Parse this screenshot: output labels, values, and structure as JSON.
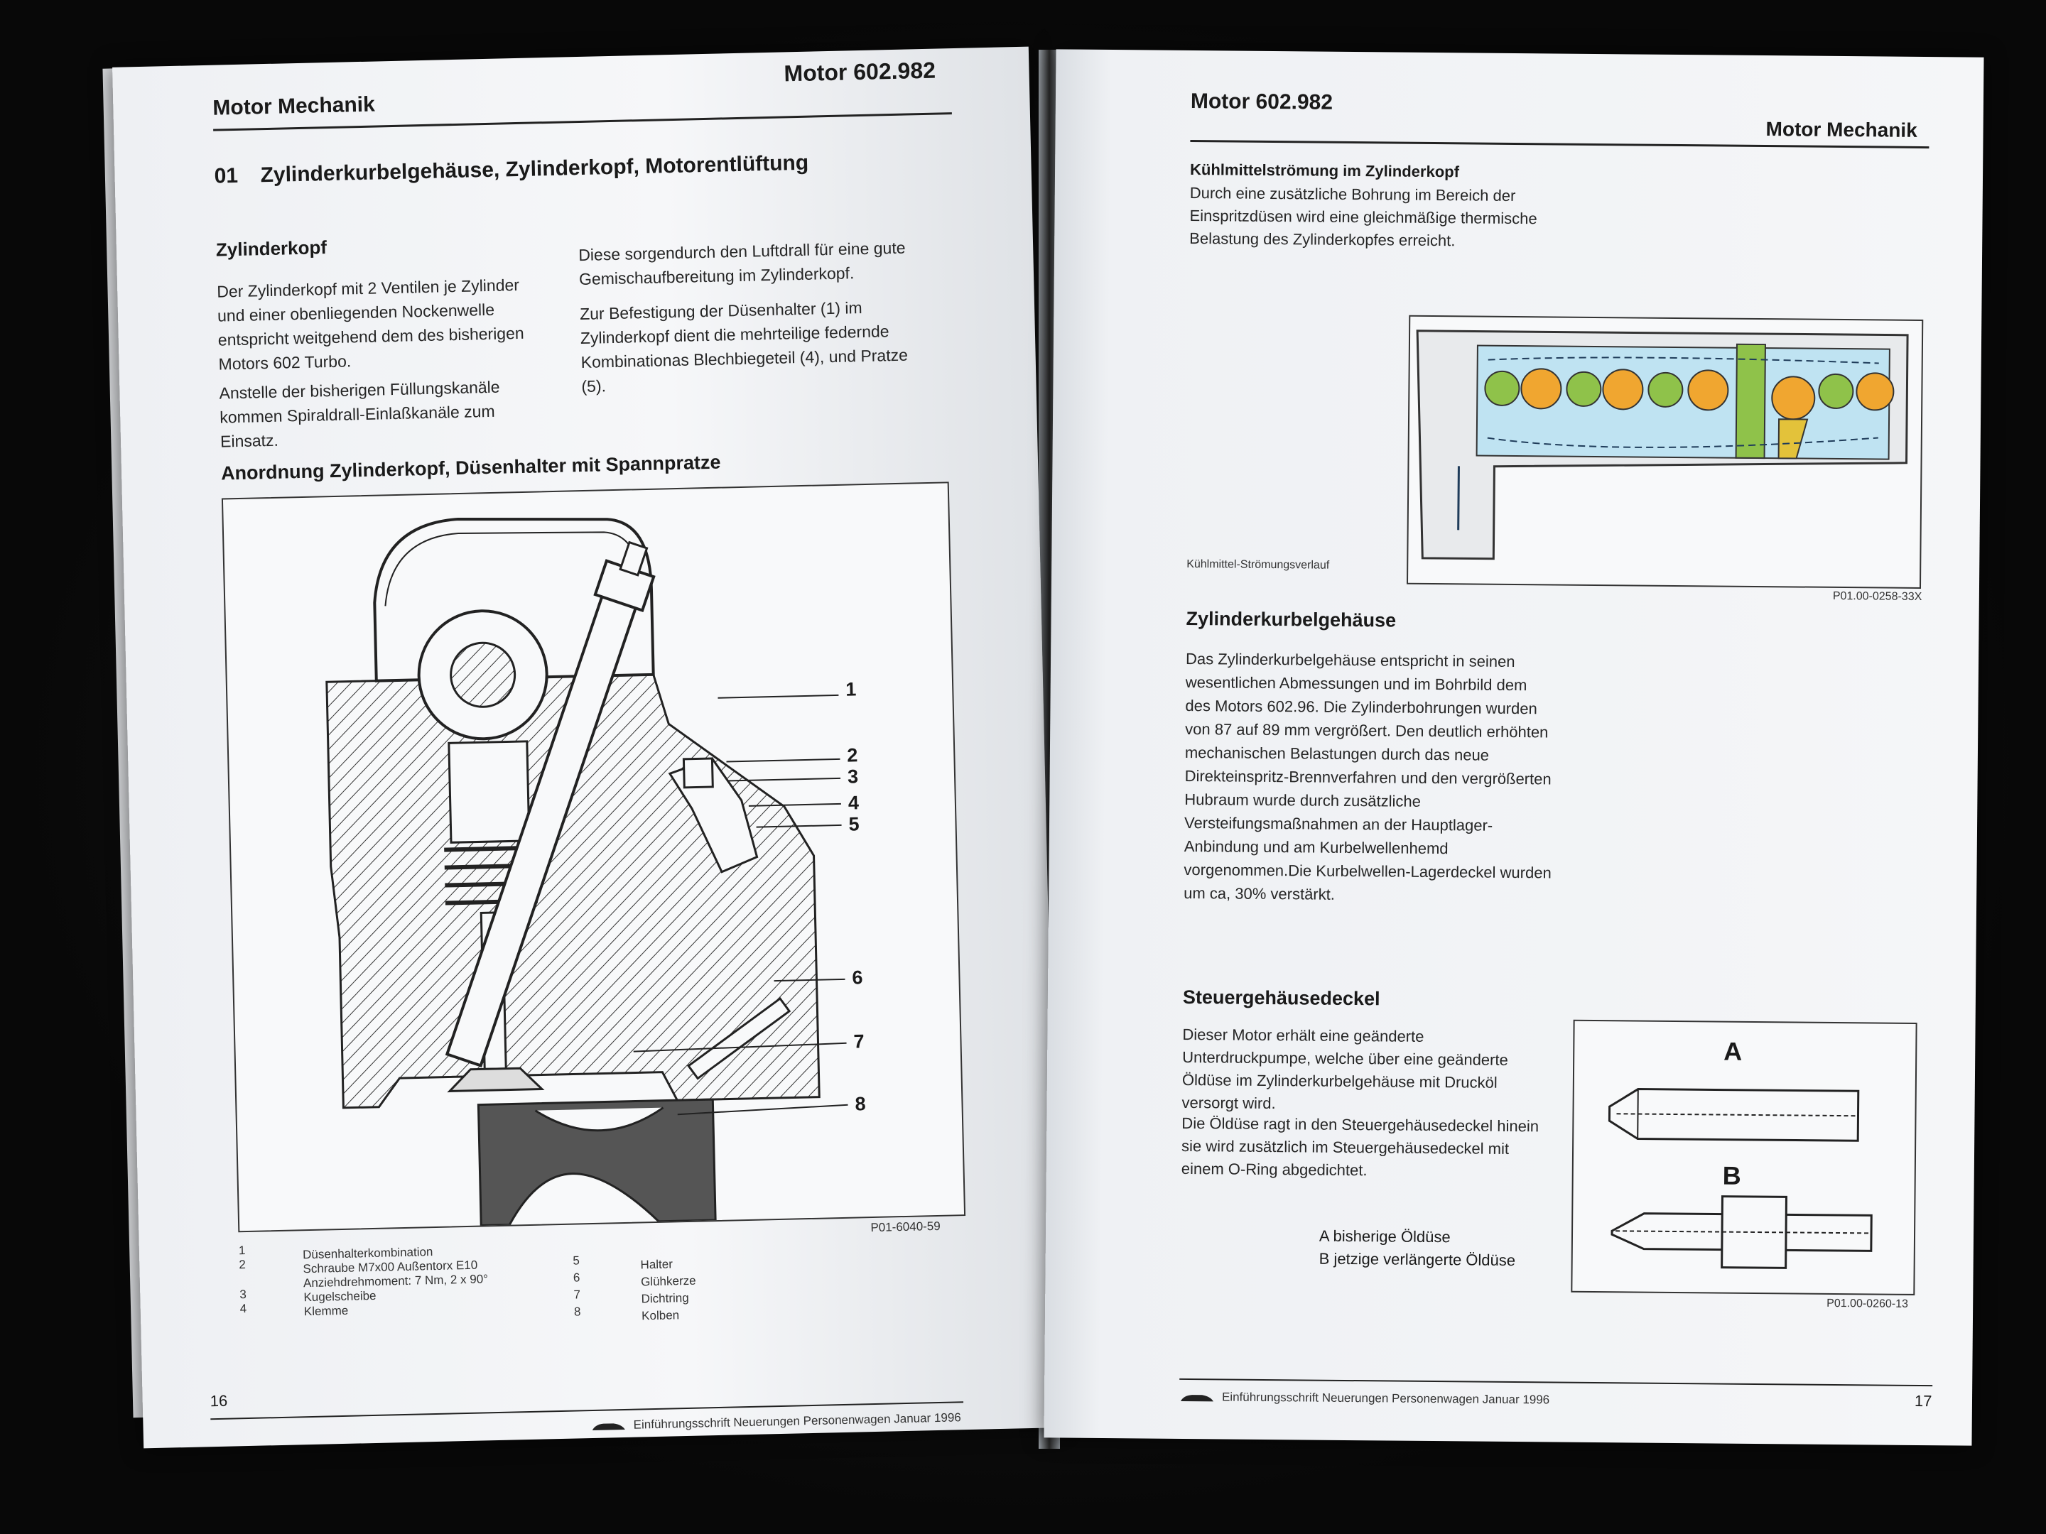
{
  "left_page": {
    "header_title": "Motor Mechanik",
    "header_model": "Motor 602.982",
    "section_number": "01",
    "section_title": "Zylinderkurbelgehäuse, Zylinderkopf, Motorentlüftung",
    "subsection_title": "Zylinderkopf",
    "col1_para1": "Der Zylinderkopf mit 2 Ventilen je Zylinder und einer obenliegenden Nockenwelle entspricht weitgehend dem des bisherigen Motors 602 Turbo.",
    "col1_para2": "Anstelle der bisherigen Füllungskanäle kommen Spiraldrall-Einlaßkanäle zum Einsatz.",
    "col2_para1": "Diese sorgendurch den Luftdrall für eine gute Gemischaufbereitung im Zylinderkopf.",
    "col2_para2": "Zur Befestigung der Düsenhalter (1) im Zylinderkopf dient die mehrteilige federnde Kombinationas Blechbiegeteil (4), und Pratze (5).",
    "figure_title": "Anordnung Zylinderkopf, Düsenhalter mit Spannpratze",
    "figure_code": "P01-6040-59",
    "callouts": [
      "1",
      "2",
      "3",
      "4",
      "5",
      "6",
      "7",
      "8"
    ],
    "legend_left": [
      {
        "num": "1",
        "text": "Düsenhalterkombination"
      },
      {
        "num": "2",
        "text": "Schraube M7x00 Außentorx E10"
      },
      {
        "num": "",
        "text": "Anziehdrehmoment: 7 Nm, 2 x 90°"
      },
      {
        "num": "3",
        "text": "Kugelscheibe"
      },
      {
        "num": "4",
        "text": "Klemme"
      }
    ],
    "legend_right": [
      {
        "num": "5",
        "text": "Halter"
      },
      {
        "num": "6",
        "text": "Glühkerze"
      },
      {
        "num": "7",
        "text": "Dichtring"
      },
      {
        "num": "8",
        "text": "Kolben"
      }
    ],
    "page_number": "16",
    "footer_text": "Einführungsschrift Neuerungen Personenwagen Januar 1996"
  },
  "right_page": {
    "header_model": "Motor 602.982",
    "header_title": "Motor Mechanik",
    "coolant_title": "Kühlmittelströmung im Zylinderkopf",
    "coolant_text": "Durch eine zusätzliche Bohrung im Bereich der Einspritzdüsen wird eine gleichmäßige thermische Belastung des Zylinderkopfes erreicht.",
    "coolant_fig_caption": "Kühlmittel-Strömungsverlauf",
    "coolant_fig_code": "P01.00-0258-33X",
    "crankcase_title": "Zylinderkurbelgehäuse",
    "crankcase_text": "Das Zylinderkurbelgehäuse entspricht in seinen wesentlichen Abmessungen und im Bohrbild dem des Motors 602.96. Die Zylinderbohrungen wurden von 87 auf 89 mm vergrößert. Den deutlich erhöhten mechanischen Belastungen durch das neue Direkteinspritz-Brennverfahren und den vergrößerten Hubraum wurde durch zusätzliche Versteifungsmaßnahmen an der Hauptlager-Anbindung und am Kurbelwellenhemd vorgenommen.Die Kurbelwellen-Lagerdeckel wurden um ca, 30% verstärkt.",
    "timing_title": "Steuergehäusedeckel",
    "timing_para1": "Dieser Motor erhält eine geänderte Unterdruckpumpe, welche über eine geänderte Öldüse im Zylinderkurbelgehäuse mit Drucköl versorgt wird.",
    "timing_para2": "Die Öldüse ragt in den Steuergehäusedeckel hinein sie wird zusätzlich im Steuergehäusedeckel mit einem O-Ring abgedichtet.",
    "nozzle_label_a": "A",
    "nozzle_label_b": "B",
    "nozzle_legend_a": "A bisherige Öldüse",
    "nozzle_legend_b": "B jetzige verlängerte Öldüse",
    "nozzle_fig_code": "P01.00-0260-13",
    "page_number": "17",
    "footer_text": "Einführungsschrift Neuerungen Personenwagen Januar 1996"
  },
  "colors": {
    "coolant_blue": "#bfe3f2",
    "cylinder_green": "#8fc24a",
    "chamber_orange": "#f0a630",
    "nozzle_yellow": "#e3c23a",
    "piston_gray": "#555555"
  }
}
